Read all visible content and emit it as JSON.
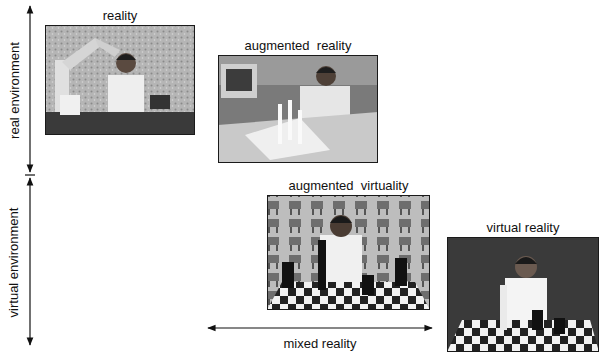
{
  "diagram": {
    "nodes": [
      {
        "text": [
          "reality"
        ]
      },
      {
        "text": [
          "augmented  reality"
        ]
      },
      {
        "text": [
          "augmented  virtuality"
        ]
      },
      {
        "text": [
          "virtual reality"
        ]
      }
    ],
    "labels": [
      "real environment",
      "virtual environment",
      "mixed reality"
    ]
  }
}
